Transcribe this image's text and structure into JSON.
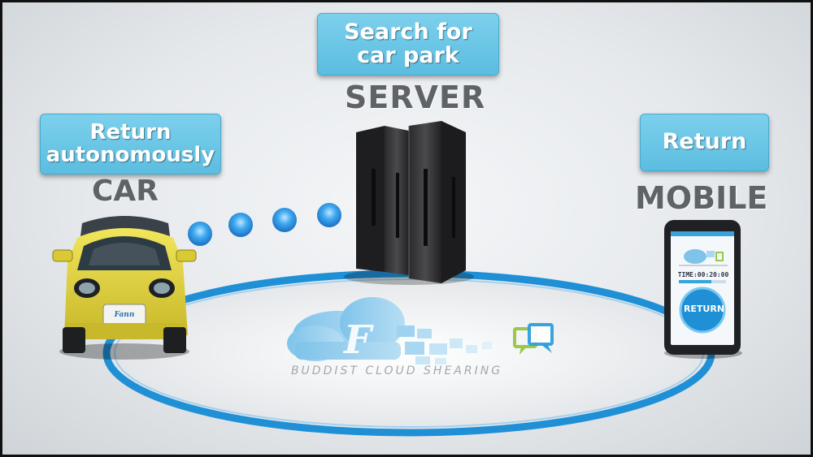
{
  "nodes": {
    "server": {
      "label": "SERVER",
      "action": "Search for\ncar park"
    },
    "car": {
      "label": "CAR",
      "action": "Return\nautonomously"
    },
    "mobile": {
      "label": "MOBILE",
      "action": "Return"
    }
  },
  "logo": {
    "text": "BUDDIST CLOUD SHEARING",
    "icon": "cloud-f-logo-icon"
  },
  "car_badge": "Fann",
  "phone_screen": {
    "timer": "TIME:00:20:00",
    "button": "RETURN"
  },
  "colors": {
    "bubble": "#64c3e4",
    "ring": "#1f8fd6",
    "label": "#5f6367",
    "car_body": "#e2d33a",
    "dot": "#2a9be8"
  }
}
